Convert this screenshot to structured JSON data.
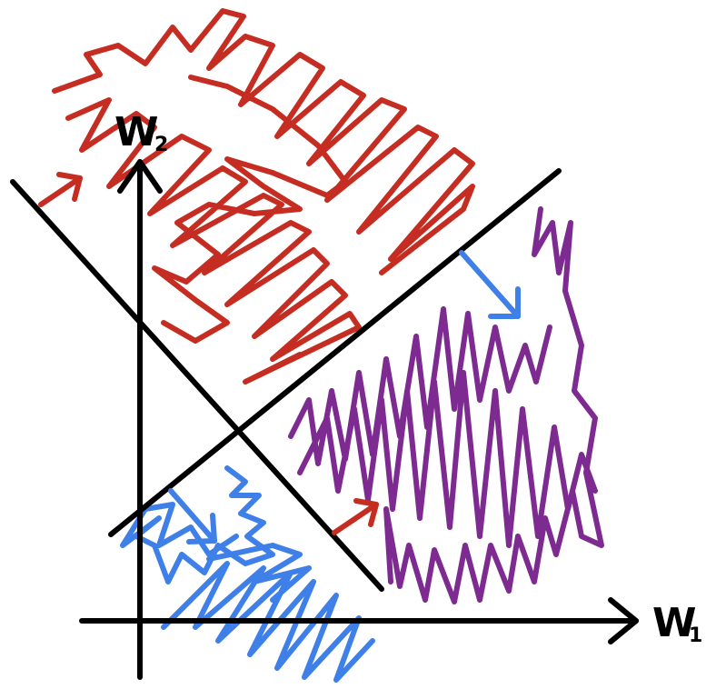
{
  "axes": {
    "x_label": "W",
    "x_subscript": "1",
    "y_label": "W",
    "y_subscript": "2"
  },
  "regions": [
    {
      "name": "upper-left-region",
      "color": "#c62d22"
    },
    {
      "name": "right-region",
      "color": "#7d2a91"
    },
    {
      "name": "lower-left-region",
      "color": "#3f7fe8"
    }
  ],
  "normal_arrows": [
    {
      "name": "upper-line-normal-arrow",
      "color": "#c62d22"
    },
    {
      "name": "diagonal-line-normal-arrow-red",
      "color": "#c62d22"
    },
    {
      "name": "rising-line-normal-arrow-blue",
      "color": "#3f7fe8"
    },
    {
      "name": "inner-normal-arrow-blue",
      "color": "#3f7fe8"
    }
  ]
}
